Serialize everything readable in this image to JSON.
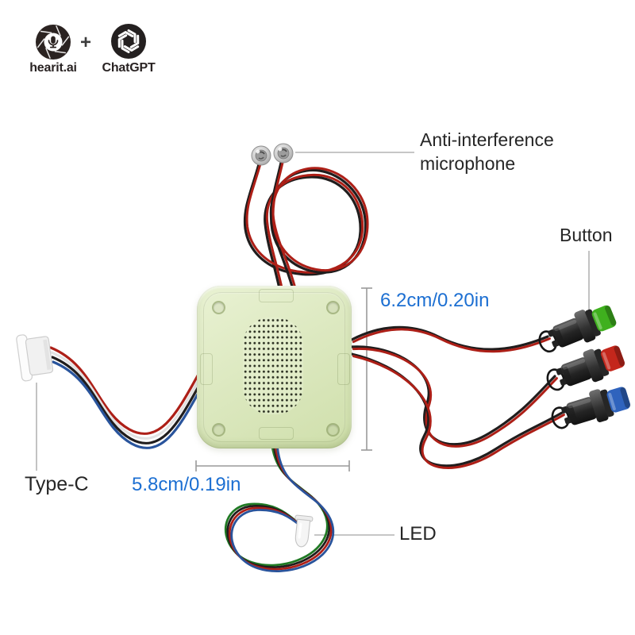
{
  "branding": {
    "hearit": {
      "label": "hearit.ai"
    },
    "plus": "+",
    "chatgpt": {
      "label": "ChatGPT"
    }
  },
  "callouts": {
    "microphone": {
      "line1": "Anti-interference",
      "line2": "microphone"
    },
    "button": {
      "label": "Button"
    },
    "typec": {
      "label": "Type-C"
    },
    "led": {
      "label": "LED"
    }
  },
  "dimensions": {
    "height": {
      "label": "6.2cm/0.20in"
    },
    "width": {
      "label": "5.8cm/0.19in"
    },
    "text_color": "#1c6fd2",
    "line_color": "#9a9a9a"
  },
  "device": {
    "module_color": "#dde9c1",
    "leader_line_color": "#b4b4b4",
    "buttons": [
      {
        "name": "green",
        "cap_color": "#3fb01e"
      },
      {
        "name": "red",
        "cap_color": "#c4271c"
      },
      {
        "name": "blue",
        "cap_color": "#2f63bd"
      }
    ],
    "wires": {
      "red": "#ad1f17",
      "black": "#201d1d",
      "blue": "#29549c",
      "green": "#207a24",
      "white": "#e2e2e2"
    }
  }
}
